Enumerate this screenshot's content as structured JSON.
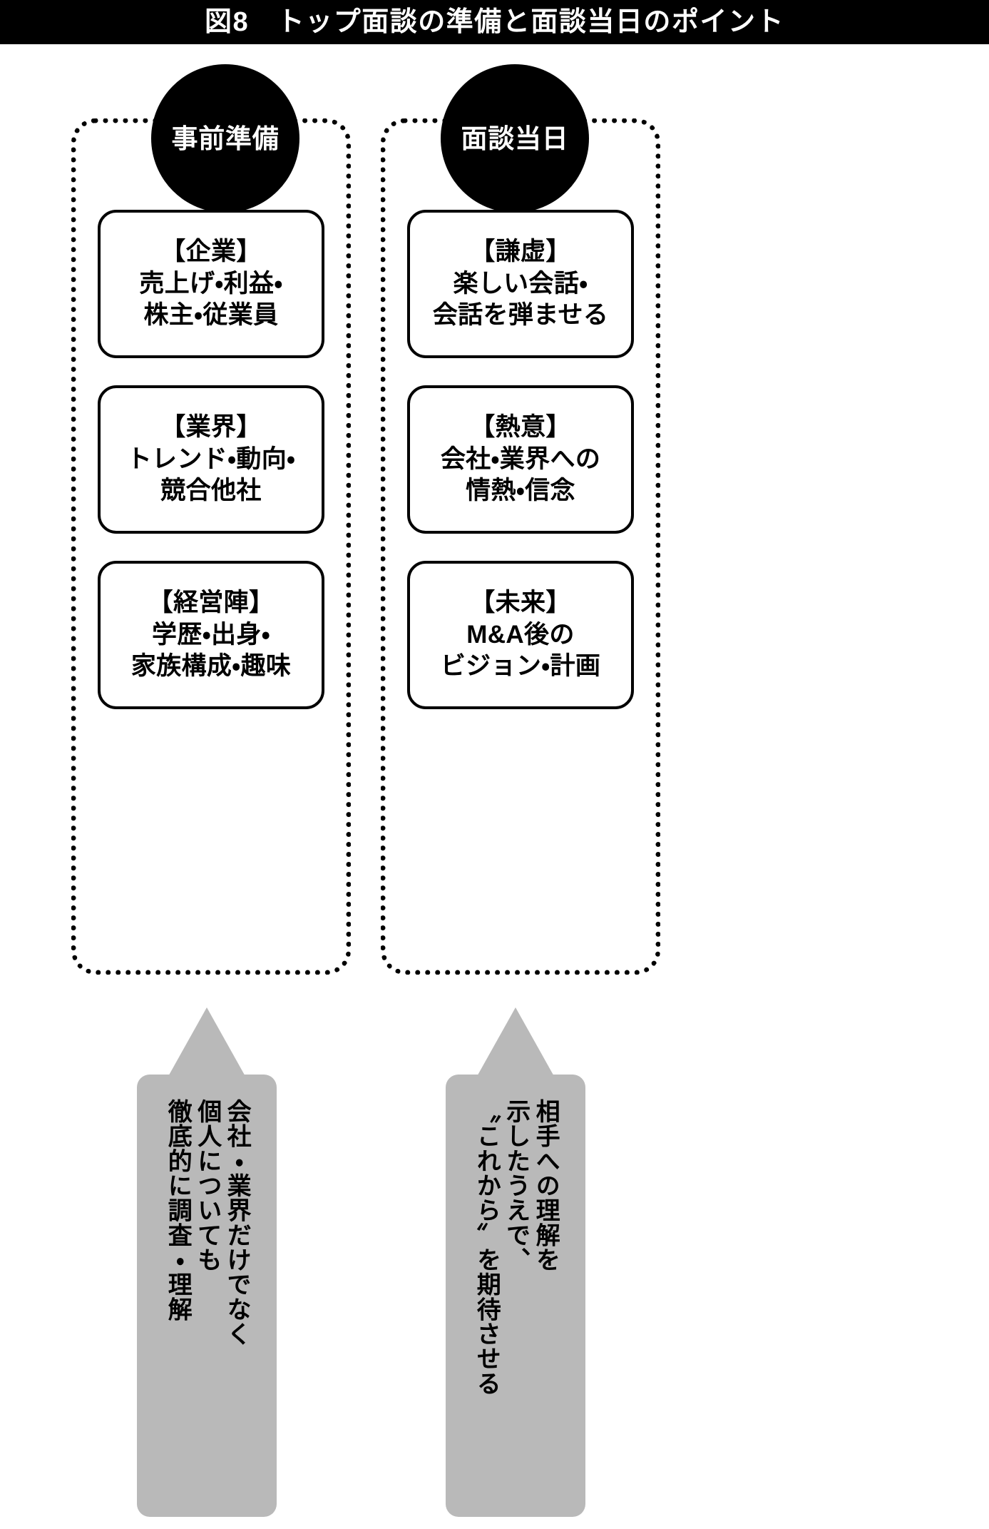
{
  "title": {
    "text": "図8　トップ面談の準備と面談当日のポイント"
  },
  "columns": [
    {
      "id": "preparation",
      "circle_label": "事前準備",
      "cards": [
        {
          "lines": [
            "【企業】",
            "売上げ・利益・",
            "株主・従業員"
          ]
        },
        {
          "lines": [
            "【業界】",
            "トレンド・動向・",
            "競合他社"
          ]
        },
        {
          "lines": [
            "【経営陣】",
            "学歴・出身・",
            "家族構成・趣味"
          ]
        }
      ],
      "callout": {
        "lines": [
          "会社・業界だけでなく",
          "個人についても",
          "徹底的に調査・理解"
        ]
      }
    },
    {
      "id": "interview-day",
      "circle_label": "面談当日",
      "cards": [
        {
          "lines": [
            "【謙虚】",
            "楽しい会話・",
            "会話を弾ませる"
          ]
        },
        {
          "lines": [
            "【熱意】",
            "会社・業界への",
            "情熱・信念"
          ]
        },
        {
          "lines": [
            "【未来】",
            "M&A後の",
            "ビジョン・計画"
          ]
        }
      ],
      "callout": {
        "lines": [
          "相手への理解を",
          "示したうえで、",
          "〝これから〟を期待させる"
        ]
      }
    }
  ],
  "colors": {
    "background": "#ffffff",
    "ink": "#000000",
    "title_bar": "#000000",
    "title_text": "#ffffff",
    "callout_fill": "#b9b9b9",
    "card_border": "#000000"
  }
}
